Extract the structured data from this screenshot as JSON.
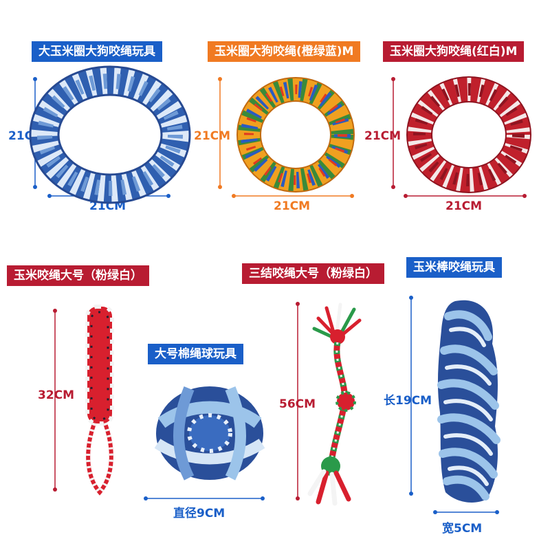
{
  "colors": {
    "blue": "#1a5fc8",
    "orange": "#f07a22",
    "red": "#b81c32",
    "navy": "#2a4f9a",
    "light_blue": "#9cc4ea"
  },
  "products": [
    {
      "id": "blue-ring",
      "title": "大玉米圈大狗咬绳玩具",
      "height": "21CM",
      "width": "21CM"
    },
    {
      "id": "color-ring",
      "title": "玉米圈大狗咬绳(橙绿蓝)M",
      "height": "21CM",
      "width": "21CM"
    },
    {
      "id": "red-ring",
      "title": "玉米圈大狗咬绳(红白)M",
      "height": "21CM",
      "width": "21CM"
    },
    {
      "id": "corn-rope",
      "title": "玉米咬绳大号（粉绿白）",
      "height": "32CM"
    },
    {
      "id": "ball",
      "title": "大号棉绳球玩具",
      "diameter": "直径9CM"
    },
    {
      "id": "knot-rope",
      "title": "三结咬绳大号（粉绿白）",
      "height": "56CM"
    },
    {
      "id": "stick",
      "title": "玉米棒咬绳玩具",
      "height": "长19CM",
      "width": "宽5CM"
    }
  ]
}
